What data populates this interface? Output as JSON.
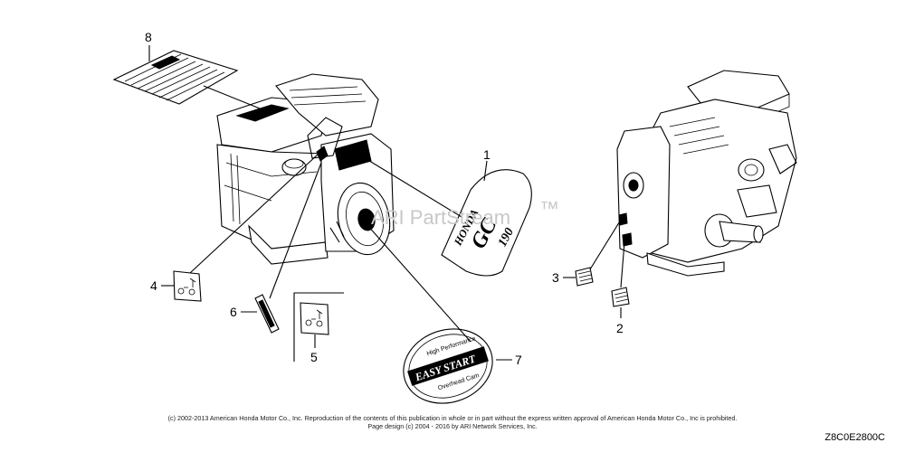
{
  "watermark": "ARI PartStream",
  "watermark_tm": "™",
  "callouts": {
    "c1": "1",
    "c2": "2",
    "c3": "3",
    "c4": "4",
    "c5": "5",
    "c6": "6",
    "c7": "7",
    "c8": "8"
  },
  "decal_1": {
    "brand": "HONDA",
    "model": "GC",
    "size": "190"
  },
  "decal_7": {
    "top": "High Performance",
    "main": "EASY START",
    "bottom": "Overhead Cam"
  },
  "footer": {
    "line1": "(c) 2002-2013 American Honda Motor Co., Inc. Reproduction of the contents of this publication in whole or in part without the express written approval of American Honda Motor Co., Inc is prohibited.",
    "line2": "Page design (c) 2004 - 2016 by ARI Network Services, Inc."
  },
  "diagram_code": "Z8C0E2800C"
}
